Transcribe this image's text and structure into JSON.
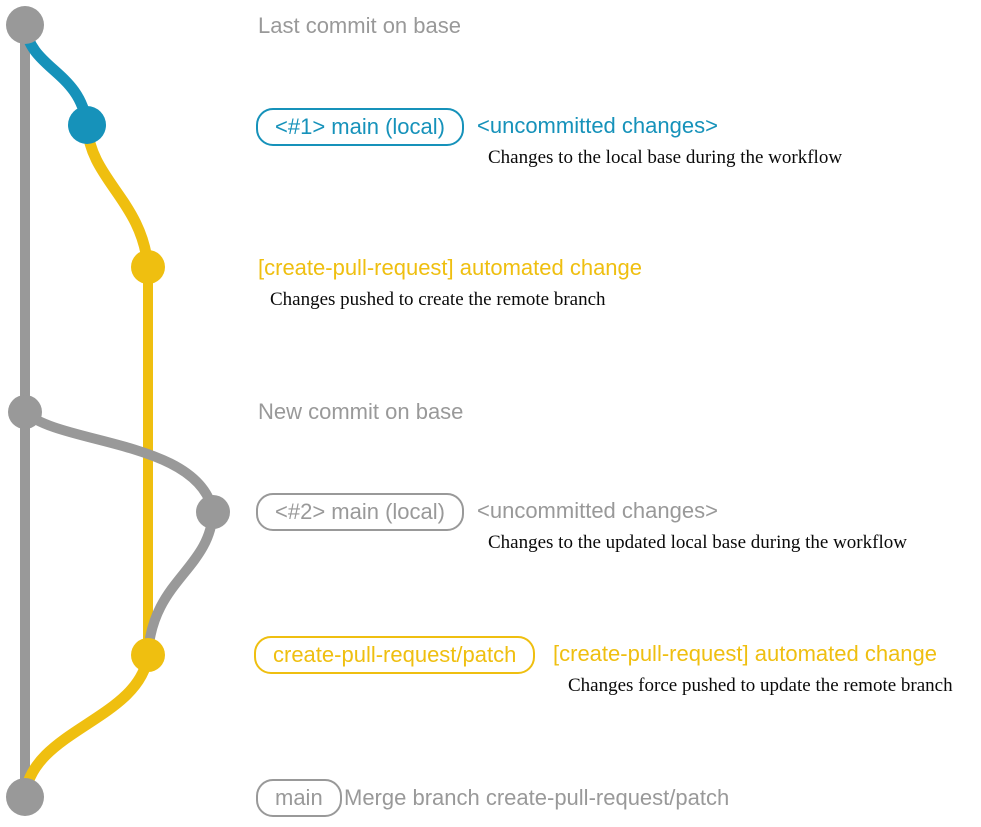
{
  "colors": {
    "gray": "#999999",
    "teal": "#1692ba",
    "yellow": "#efbf10",
    "ink": "#0a0a0a",
    "background": "#ffffff"
  },
  "sections": {
    "last_commit": {
      "label": "Last commit on base"
    },
    "uncommitted_1": {
      "badge": "<#1> main (local)",
      "title": "<uncommitted changes>",
      "description": "Changes to the local base during the workflow"
    },
    "automated_change_1": {
      "title": "[create-pull-request] automated change",
      "description": "Changes pushed to create the remote branch"
    },
    "new_commit": {
      "label": "New commit on base"
    },
    "uncommitted_2": {
      "badge": "<#2> main (local)",
      "title": "<uncommitted changes>",
      "description": "Changes to the updated local base during the workflow"
    },
    "automated_change_2": {
      "badge": "create-pull-request/patch",
      "title": "[create-pull-request] automated change",
      "description": "Changes force pushed to update the remote branch"
    },
    "merge": {
      "badge": "main",
      "label": "Merge branch create-pull-request/patch"
    }
  }
}
